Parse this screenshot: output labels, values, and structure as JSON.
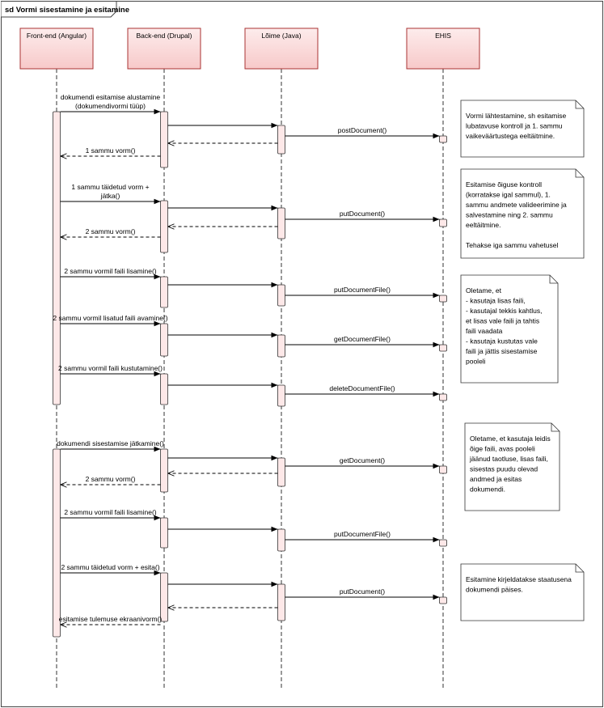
{
  "frame": {
    "title": "sd Vormi sisestamine ja esitamine"
  },
  "lifelines": [
    {
      "id": "fe",
      "name": "Front-end (Angular)"
    },
    {
      "id": "be",
      "name": "Back-end (Drupal)"
    },
    {
      "id": "li",
      "name": "Lõime (Java)"
    },
    {
      "id": "eh",
      "name": "EHIS"
    }
  ],
  "messages": [
    {
      "lines": [
        "dokumendi esitamise alustamine",
        "(dokumendivormi tüüp)"
      ],
      "from": "fe",
      "to": "be",
      "kind": "sync"
    },
    {
      "lines": [
        ""
      ],
      "from": "be",
      "to": "li",
      "kind": "sync"
    },
    {
      "lines": [
        "postDocument()"
      ],
      "from": "li",
      "to": "eh",
      "kind": "sync"
    },
    {
      "lines": [
        ""
      ],
      "from": "li",
      "to": "be",
      "kind": "reply"
    },
    {
      "lines": [
        "1 sammu vorm()"
      ],
      "from": "be",
      "to": "fe",
      "kind": "reply"
    },
    {
      "lines": [
        "1 sammu täidetud vorm +",
        "jätka()"
      ],
      "from": "fe",
      "to": "be",
      "kind": "sync"
    },
    {
      "lines": [
        ""
      ],
      "from": "be",
      "to": "li",
      "kind": "sync"
    },
    {
      "lines": [
        "putDocument()"
      ],
      "from": "li",
      "to": "eh",
      "kind": "sync"
    },
    {
      "lines": [
        ""
      ],
      "from": "li",
      "to": "be",
      "kind": "reply"
    },
    {
      "lines": [
        "2 sammu vorm()"
      ],
      "from": "be",
      "to": "fe",
      "kind": "reply"
    },
    {
      "lines": [
        "2 sammu vormil faili lisamine()"
      ],
      "from": "fe",
      "to": "be",
      "kind": "sync"
    },
    {
      "lines": [
        ""
      ],
      "from": "be",
      "to": "li",
      "kind": "sync"
    },
    {
      "lines": [
        "putDocumentFile()"
      ],
      "from": "li",
      "to": "eh",
      "kind": "sync"
    },
    {
      "lines": [
        "2 sammu vormil lisatud faili avamine()"
      ],
      "from": "fe",
      "to": "be",
      "kind": "sync"
    },
    {
      "lines": [
        ""
      ],
      "from": "be",
      "to": "li",
      "kind": "sync"
    },
    {
      "lines": [
        "getDocumentFile()"
      ],
      "from": "li",
      "to": "eh",
      "kind": "sync"
    },
    {
      "lines": [
        "2 sammu vormil faili kustutamine()"
      ],
      "from": "fe",
      "to": "be",
      "kind": "sync"
    },
    {
      "lines": [
        ""
      ],
      "from": "be",
      "to": "li",
      "kind": "sync"
    },
    {
      "lines": [
        "deleteDocumentFile()"
      ],
      "from": "li",
      "to": "eh",
      "kind": "sync"
    },
    {
      "lines": [
        "dokumendi sisestamise jätkamine()"
      ],
      "from": "fe",
      "to": "be",
      "kind": "sync"
    },
    {
      "lines": [
        ""
      ],
      "from": "be",
      "to": "li",
      "kind": "sync"
    },
    {
      "lines": [
        "getDocument()"
      ],
      "from": "li",
      "to": "eh",
      "kind": "sync"
    },
    {
      "lines": [
        ""
      ],
      "from": "li",
      "to": "be",
      "kind": "reply"
    },
    {
      "lines": [
        "2 sammu vorm()"
      ],
      "from": "be",
      "to": "fe",
      "kind": "reply"
    },
    {
      "lines": [
        "2 sammu vormil faili lisamine()"
      ],
      "from": "fe",
      "to": "be",
      "kind": "sync"
    },
    {
      "lines": [
        ""
      ],
      "from": "be",
      "to": "li",
      "kind": "sync"
    },
    {
      "lines": [
        "putDocumentFile()"
      ],
      "from": "li",
      "to": "eh",
      "kind": "sync"
    },
    {
      "lines": [
        "2 sammu täidetud vorm + esita()"
      ],
      "from": "fe",
      "to": "be",
      "kind": "sync"
    },
    {
      "lines": [
        ""
      ],
      "from": "be",
      "to": "li",
      "kind": "sync"
    },
    {
      "lines": [
        "putDocument()"
      ],
      "from": "li",
      "to": "eh",
      "kind": "sync"
    },
    {
      "lines": [
        ""
      ],
      "from": "li",
      "to": "be",
      "kind": "reply"
    },
    {
      "lines": [
        "esitamise tulemuse ekraanivorm()"
      ],
      "from": "be",
      "to": "fe",
      "kind": "reply"
    }
  ],
  "notes": [
    {
      "lines": [
        "Vormi lähtestamine, sh esitamise",
        "lubatavuse kontroll  ja 1. sammu",
        "vaikeväärtustega eeltäitmine."
      ]
    },
    {
      "lines": [
        "Esitamise õiguse kontroll",
        "(korratakse igal sammul), 1.",
        "sammu andmete valideerimine ja",
        "salvestamine ning 2. sammu",
        "eeltäitmine.",
        "",
        "Tehakse iga sammu vahetusel"
      ]
    },
    {
      "lines": [
        "Oletame, et",
        "- kasutaja lisas faili,",
        "- kasutajal tekkis kahtlus,",
        "et lisas vale faili ja tahtis",
        "faili vaadata",
        "- kasutaja kustutas vale",
        "faili ja jättis sisestamise",
        "pooleli"
      ]
    },
    {
      "lines": [
        "Oletame, et kasutaja leidis",
        "õige faili, avas pooleli",
        "jäänud taotluse, lisas faili,",
        "sisestas puudu olevad",
        "andmed ja esitas",
        "dokumendi."
      ]
    },
    {
      "lines": [
        "Esitamine kirjeldatakse staatusena",
        "dokumendi päises."
      ]
    }
  ]
}
